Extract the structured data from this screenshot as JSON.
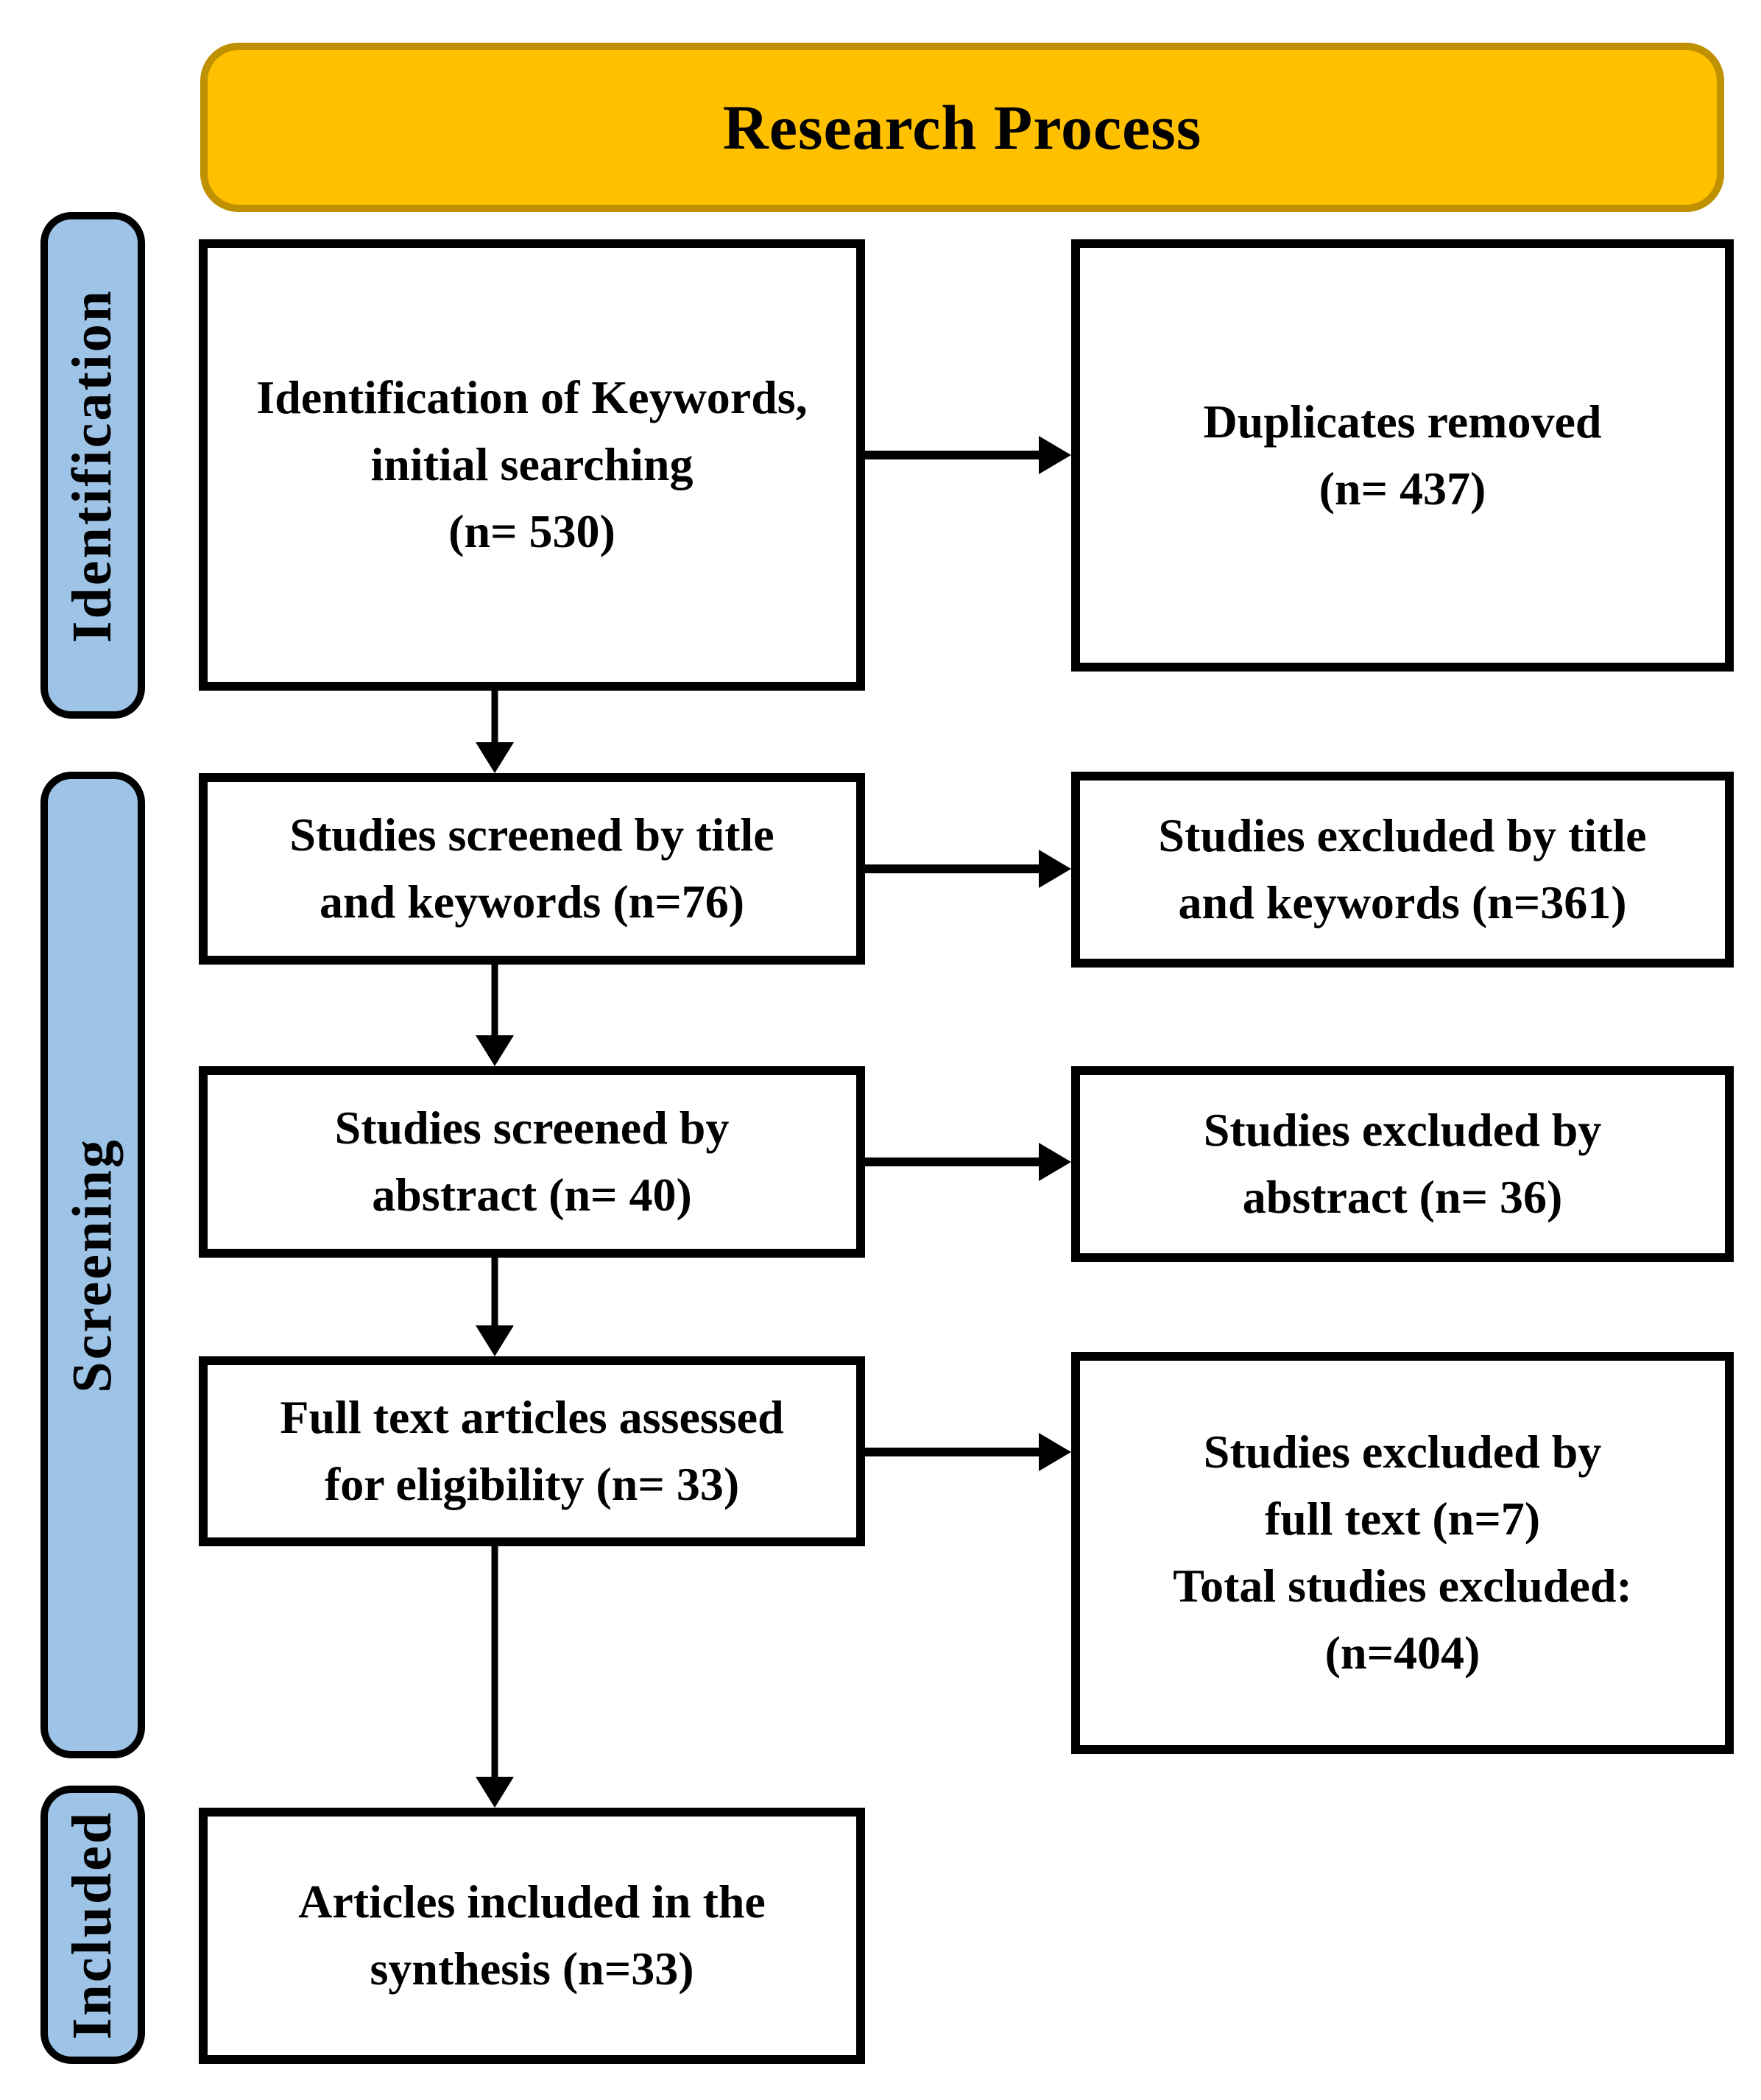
{
  "title": "Research Process",
  "colors": {
    "header_fill": "#FFC000",
    "header_border": "#BF9000",
    "stage_fill": "#9DC3E6",
    "line_color": "#000000"
  },
  "stages": [
    {
      "label": "Identification"
    },
    {
      "label": "Screening"
    },
    {
      "label": "Included"
    }
  ],
  "left_column": [
    {
      "lines": [
        "Identification of Keywords,",
        "initial searching",
        "(n= 530)"
      ],
      "n": 530
    },
    {
      "lines": [
        "Studies screened by title",
        "and keywords (n=76)"
      ],
      "n": 76
    },
    {
      "lines": [
        "Studies screened by",
        "abstract (n= 40)"
      ],
      "n": 40
    },
    {
      "lines": [
        "Full text articles assessed",
        "for eligibility (n= 33)"
      ],
      "n": 33
    },
    {
      "lines": [
        "Articles included in the",
        "synthesis (n=33)"
      ],
      "n": 33
    }
  ],
  "right_column": [
    {
      "lines": [
        "Duplicates removed",
        "(n= 437)"
      ],
      "n": 437
    },
    {
      "lines": [
        "Studies excluded by title",
        "and keywords (n=361)"
      ],
      "n": 361
    },
    {
      "lines": [
        "Studies excluded by",
        "abstract (n= 36)"
      ],
      "n": 36
    },
    {
      "lines": [
        "Studies excluded by",
        "full text (n=7)",
        "Total studies excluded:",
        "(n=404)"
      ],
      "n_full_text": 7,
      "n_total_excluded": 404
    }
  ]
}
